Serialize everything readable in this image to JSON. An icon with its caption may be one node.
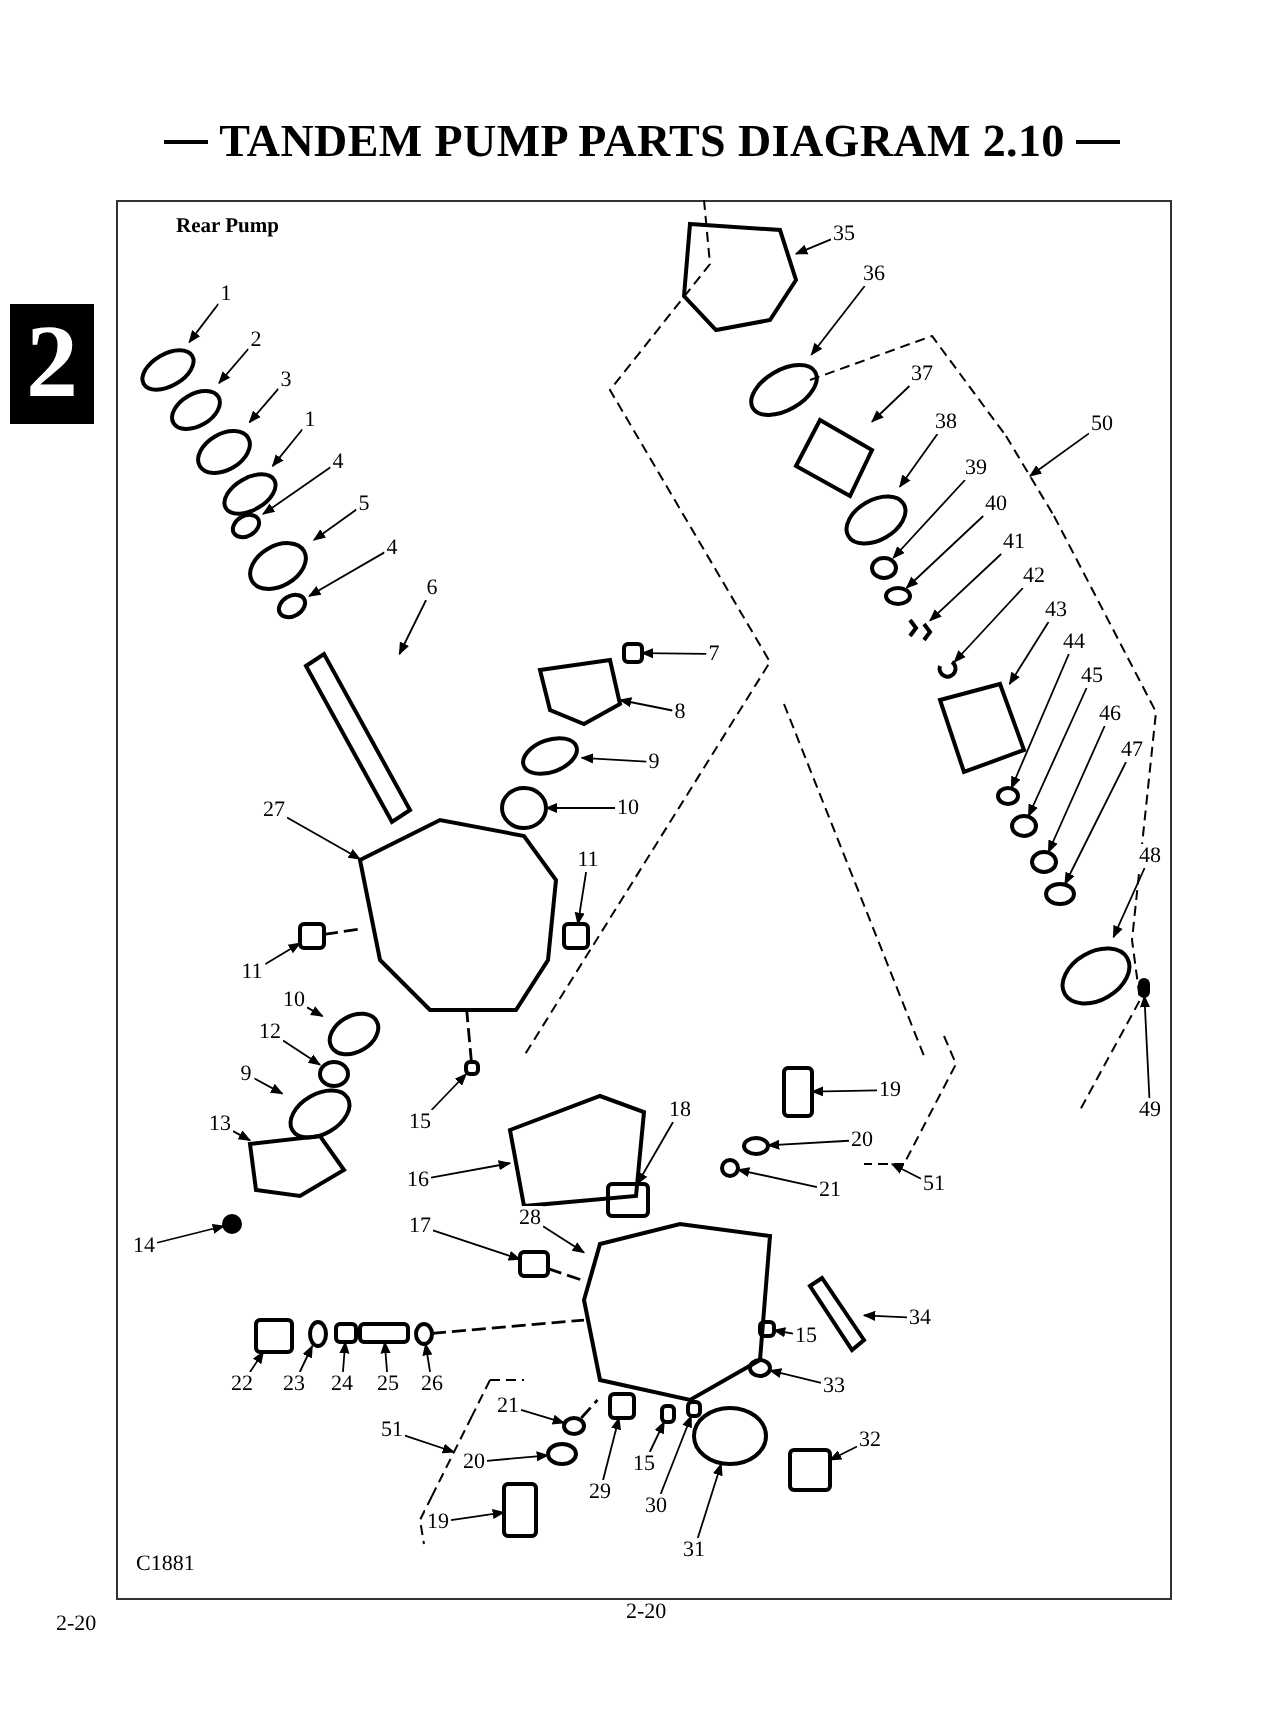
{
  "diagram": {
    "title": "TANDEM PUMP PARTS DIAGRAM 2.10",
    "nodes": [
      {
        "text": [
          "1"
        ]
      },
      {
        "text": [
          "2"
        ]
      },
      {
        "text": [
          "3"
        ]
      },
      {
        "text": [
          "1"
        ]
      },
      {
        "text": [
          "4"
        ]
      },
      {
        "text": [
          "5"
        ]
      },
      {
        "text": [
          "4"
        ]
      },
      {
        "text": [
          "6"
        ]
      },
      {
        "text": [
          "7"
        ]
      },
      {
        "text": [
          "8"
        ]
      },
      {
        "text": [
          "9"
        ]
      },
      {
        "text": [
          "10"
        ]
      },
      {
        "text": [
          "11"
        ]
      },
      {
        "text": [
          "27"
        ]
      },
      {
        "text": [
          "11"
        ]
      },
      {
        "text": [
          "10"
        ]
      },
      {
        "text": [
          "12"
        ]
      },
      {
        "text": [
          "9"
        ]
      },
      {
        "text": [
          "13"
        ]
      },
      {
        "text": [
          "14"
        ]
      },
      {
        "text": [
          "15"
        ]
      },
      {
        "text": [
          "16"
        ]
      },
      {
        "text": [
          "18"
        ]
      },
      {
        "text": [
          "17"
        ]
      },
      {
        "text": [
          "28"
        ]
      },
      {
        "text": [
          "22"
        ]
      },
      {
        "text": [
          "23"
        ]
      },
      {
        "text": [
          "24"
        ]
      },
      {
        "text": [
          "25"
        ]
      },
      {
        "text": [
          "26"
        ]
      },
      {
        "text": [
          "19"
        ]
      },
      {
        "text": [
          "20"
        ]
      },
      {
        "text": [
          "21"
        ]
      },
      {
        "text": [
          "51"
        ]
      },
      {
        "text": [
          "15"
        ]
      },
      {
        "text": [
          "34"
        ]
      },
      {
        "text": [
          "33"
        ]
      },
      {
        "text": [
          "21"
        ]
      },
      {
        "text": [
          "51"
        ]
      },
      {
        "text": [
          "20"
        ]
      },
      {
        "text": [
          "19"
        ]
      },
      {
        "text": [
          "29"
        ]
      },
      {
        "text": [
          "15"
        ]
      },
      {
        "text": [
          "30"
        ]
      },
      {
        "text": [
          "31"
        ]
      },
      {
        "text": [
          "32"
        ]
      },
      {
        "text": [
          "35"
        ]
      },
      {
        "text": [
          "36"
        ]
      },
      {
        "text": [
          "37"
        ]
      },
      {
        "text": [
          "38"
        ]
      },
      {
        "text": [
          "39"
        ]
      },
      {
        "text": [
          "40"
        ]
      },
      {
        "text": [
          "41"
        ]
      },
      {
        "text": [
          "42"
        ]
      },
      {
        "text": [
          "43"
        ]
      },
      {
        "text": [
          "44"
        ]
      },
      {
        "text": [
          "45"
        ]
      },
      {
        "text": [
          "46"
        ]
      },
      {
        "text": [
          "47"
        ]
      },
      {
        "text": [
          "48"
        ]
      },
      {
        "text": [
          "49"
        ]
      },
      {
        "text": [
          "50"
        ]
      },
      {
        "text": [],
        "shape": "circle"
      },
      {
        "text": [],
        "shape": "circle"
      },
      {
        "text": [],
        "shape": "circle"
      },
      {
        "text": [],
        "shape": "circle"
      },
      {
        "text": [],
        "shape": "circle"
      },
      {
        "text": [],
        "shape": "circle"
      },
      {
        "text": [],
        "shape": "circle"
      },
      {
        "text": [],
        "shape": "picture"
      },
      {
        "text": [],
        "shape": "box"
      },
      {
        "text": [],
        "shape": "picture"
      },
      {
        "text": [],
        "shape": "circle"
      },
      {
        "text": [],
        "shape": "circle"
      },
      {
        "text": [],
        "shape": "box"
      },
      {
        "text": [],
        "shape": "picture"
      },
      {
        "text": [],
        "shape": "box"
      },
      {
        "text": [],
        "shape": "circle"
      },
      {
        "text": [],
        "shape": "circle"
      },
      {
        "text": [],
        "shape": "circle"
      },
      {
        "text": [],
        "shape": "picture"
      },
      {
        "text": [],
        "shape": "circle"
      },
      {
        "text": [],
        "shape": "box"
      },
      {
        "text": [],
        "shape": "picture"
      },
      {
        "text": [],
        "shape": "box"
      },
      {
        "text": [],
        "shape": "box"
      },
      {
        "text": [],
        "shape": "picture"
      },
      {
        "text": [],
        "shape": "box"
      },
      {
        "text": [],
        "shape": "circle"
      },
      {
        "text": [],
        "shape": "box"
      },
      {
        "text": [],
        "shape": "box"
      },
      {
        "text": [],
        "shape": "circle"
      },
      {
        "text": [],
        "shape": "box"
      },
      {
        "text": [],
        "shape": "circle"
      },
      {
        "text": [],
        "shape": "circle"
      },
      {
        "text": [],
        "shape": "picture"
      },
      {
        "text": [],
        "shape": "box"
      },
      {
        "text": [],
        "shape": "picture"
      },
      {
        "text": [],
        "shape": "circle"
      },
      {
        "text": [],
        "shape": "circle"
      },
      {
        "text": [],
        "shape": "picture"
      },
      {
        "text": [],
        "shape": "circle"
      },
      {
        "text": [],
        "shape": "box"
      },
      {
        "text": [],
        "shape": "box"
      },
      {
        "text": [],
        "shape": "box"
      },
      {
        "text": [],
        "shape": "box"
      },
      {
        "text": [],
        "shape": "circle"
      },
      {
        "text": [],
        "shape": "box"
      },
      {
        "text": [],
        "shape": "picture"
      },
      {
        "text": [],
        "shape": "circle"
      },
      {
        "text": [],
        "shape": "picture"
      },
      {
        "text": [],
        "shape": "circle"
      },
      {
        "text": [],
        "shape": "circle"
      },
      {
        "text": [],
        "shape": "circle"
      },
      {
        "text": [],
        "shape": "picture"
      },
      {
        "text": [],
        "shape": "picture"
      },
      {
        "text": [],
        "shape": "picture"
      },
      {
        "text": [],
        "shape": "circle"
      },
      {
        "text": [],
        "shape": "circle"
      },
      {
        "text": [],
        "shape": "circle"
      },
      {
        "text": [],
        "shape": "circle"
      },
      {
        "text": [],
        "shape": "circle"
      },
      {
        "text": [],
        "shape": "box"
      },
      {
        "text": [],
        "shape": "picture"
      }
    ],
    "edges": [
      {
        "from": 0,
        "to": 62,
        "arrow": "to"
      },
      {
        "from": 1,
        "to": 63,
        "arrow": "to"
      },
      {
        "from": 2,
        "to": 64,
        "arrow": "to"
      },
      {
        "from": 3,
        "to": 65,
        "arrow": "to"
      },
      {
        "from": 4,
        "to": 66,
        "arrow": "to"
      },
      {
        "from": 5,
        "to": 67,
        "arrow": "to"
      },
      {
        "from": 6,
        "to": 68,
        "arrow": "to"
      },
      {
        "from": 7,
        "to": 69,
        "arrow": "to"
      },
      {
        "from": 8,
        "to": 70,
        "arrow": "to"
      },
      {
        "from": 9,
        "to": 71,
        "arrow": "to"
      },
      {
        "from": 10,
        "to": 72,
        "arrow": "to"
      },
      {
        "from": 11,
        "to": 73,
        "arrow": "to"
      },
      {
        "from": 12,
        "to": 74,
        "arrow": "to"
      },
      {
        "from": 13,
        "to": 75,
        "arrow": "to"
      },
      {
        "from": 14,
        "to": 76,
        "arrow": "to"
      },
      {
        "from": 15,
        "to": 77,
        "arrow": "to"
      },
      {
        "from": 16,
        "to": 78,
        "arrow": "to"
      },
      {
        "from": 17,
        "to": 79,
        "arrow": "to"
      },
      {
        "from": 18,
        "to": 80,
        "arrow": "to"
      },
      {
        "from": 19,
        "to": 81,
        "arrow": "to"
      },
      {
        "from": 20,
        "to": 82,
        "arrow": "to"
      },
      {
        "from": 21,
        "to": 83,
        "arrow": "to"
      },
      {
        "from": 22,
        "to": 84,
        "arrow": "to"
      },
      {
        "from": 23,
        "to": 85,
        "arrow": "to"
      },
      {
        "from": 24,
        "to": 86,
        "arrow": "to"
      },
      {
        "from": 25,
        "to": 87,
        "arrow": "to"
      },
      {
        "from": 26,
        "to": 88,
        "arrow": "to"
      },
      {
        "from": 27,
        "to": 89,
        "arrow": "to"
      },
      {
        "from": 28,
        "to": 90,
        "arrow": "to"
      },
      {
        "from": 29,
        "to": 91,
        "arrow": "to"
      },
      {
        "from": 30,
        "to": 92,
        "arrow": "to"
      },
      {
        "from": 31,
        "to": 93,
        "arrow": "to"
      },
      {
        "from": 32,
        "to": 94,
        "arrow": "to"
      },
      {
        "from": 33,
        "to": 95,
        "arrow": "to"
      },
      {
        "from": 34,
        "to": 96,
        "arrow": "to"
      },
      {
        "from": 35,
        "to": 97,
        "arrow": "to"
      },
      {
        "from": 36,
        "to": 98,
        "arrow": "to"
      },
      {
        "from": 37,
        "to": 99,
        "arrow": "to"
      },
      {
        "from": 38,
        "to": 100,
        "arrow": "to"
      },
      {
        "from": 39,
        "to": 101,
        "arrow": "to"
      },
      {
        "from": 40,
        "to": 102,
        "arrow": "to"
      },
      {
        "from": 41,
        "to": 103,
        "arrow": "to"
      },
      {
        "from": 42,
        "to": 104,
        "arrow": "to"
      },
      {
        "from": 43,
        "to": 105,
        "arrow": "to"
      },
      {
        "from": 44,
        "to": 106,
        "arrow": "to"
      },
      {
        "from": 45,
        "to": 107,
        "arrow": "to"
      },
      {
        "from": 46,
        "to": 108,
        "arrow": "to"
      },
      {
        "from": 47,
        "to": 109,
        "arrow": "to"
      },
      {
        "from": 48,
        "to": 110,
        "arrow": "to"
      },
      {
        "from": 49,
        "to": 111,
        "arrow": "to"
      },
      {
        "from": 50,
        "to": 112,
        "arrow": "to"
      },
      {
        "from": 51,
        "to": 113,
        "arrow": "to"
      },
      {
        "from": 52,
        "to": 114,
        "arrow": "to"
      },
      {
        "from": 53,
        "to": 115,
        "arrow": "to"
      },
      {
        "from": 54,
        "to": 116,
        "arrow": "to"
      },
      {
        "from": 55,
        "to": 117,
        "arrow": "to"
      },
      {
        "from": 56,
        "to": 118,
        "arrow": "to"
      },
      {
        "from": 57,
        "to": 119,
        "arrow": "to"
      },
      {
        "from": 58,
        "to": 120,
        "arrow": "to"
      },
      {
        "from": 59,
        "to": 121,
        "arrow": "to"
      },
      {
        "from": 60,
        "to": 122,
        "arrow": "to"
      },
      {
        "from": 61,
        "to": 123,
        "arrow": "to"
      },
      {
        "from": 76,
        "to": 75,
        "arrow": "none",
        "style": "dashed"
      },
      {
        "from": 82,
        "to": 75,
        "arrow": "none",
        "style": "dashed"
      },
      {
        "from": 85,
        "to": 86,
        "arrow": "none",
        "style": "dashed"
      },
      {
        "from": 91,
        "to": 86,
        "arrow": "none",
        "style": "dashed"
      },
      {
        "from": 99,
        "to": 86,
        "arrow": "none",
        "style": "dashed"
      }
    ],
    "labels": [
      "2",
      "Rear Pump",
      "C1881",
      "2-20",
      "2-20"
    ]
  }
}
